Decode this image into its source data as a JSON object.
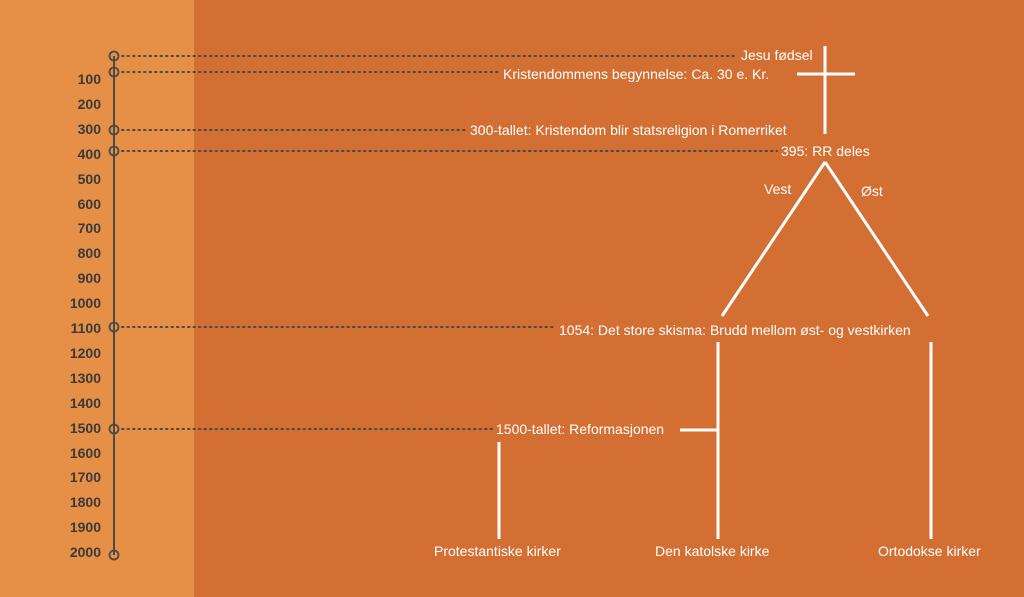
{
  "colors": {
    "background": "#D36F33",
    "left_panel": "#E69047",
    "axis": "#4A4A4A",
    "text_white": "#FFFFFF",
    "year_text": "#3A3A3A"
  },
  "years": [
    "100",
    "200",
    "300",
    "400",
    "500",
    "600",
    "700",
    "800",
    "900",
    "1000",
    "1100",
    "1200",
    "1300",
    "1400",
    "1500",
    "1600",
    "1700",
    "1800",
    "1900",
    "2000"
  ],
  "events": [
    {
      "year": 0,
      "label": "Jesu fødsel"
    },
    {
      "year": 30,
      "label": "Kristendommens begynnelse: Ca. 30 e. Kr."
    },
    {
      "year": 300,
      "label": "300-tallet: Kristendom blir statsreligion i Romerriket"
    },
    {
      "year": 395,
      "label": "395: RR deles"
    },
    {
      "year": 1054,
      "label": "1054: Det store skisma: Brudd mellom øst- og vestkirken"
    },
    {
      "year": 1500,
      "label": "1500-tallet: Reformasjonen"
    }
  ],
  "branches": {
    "west": "Vest",
    "east": "Øst"
  },
  "churches": {
    "protestant": "Protestantiske kirker",
    "catholic": "Den katolske kirke",
    "orthodox": "Ortodokse kirker"
  }
}
